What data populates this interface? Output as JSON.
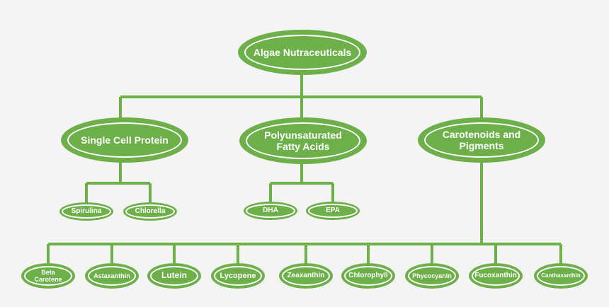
{
  "colors": {
    "node_fill": "#6db04a",
    "connector": "#6db04a",
    "ring": "#ffffff",
    "background": "#f4f4f4"
  },
  "nodes": {
    "root": "Algae Nutraceuticals",
    "single_cell_protein": "Single Cell Protein",
    "pufa": "Polyunsaturated\nFatty Acids",
    "carotenoids": "Carotenoids and\nPigments",
    "spirulina": "Spirulina",
    "chlorella": "Chlorella",
    "dha": "DHA",
    "epa": "EPA",
    "beta_carotene": "Beta\nCarotene",
    "astaxanthin": "Astaxanthin",
    "lutein": "Lutein",
    "lycopene": "Lycopene",
    "zeaxanthin": "Zeaxanthin",
    "chlorophyll": "Chlorophyll",
    "phycocyanin": "Phycocyanin",
    "fucoxanthin": "Fucoxanthin",
    "canthaxanthin": "Canthaxanthin"
  }
}
